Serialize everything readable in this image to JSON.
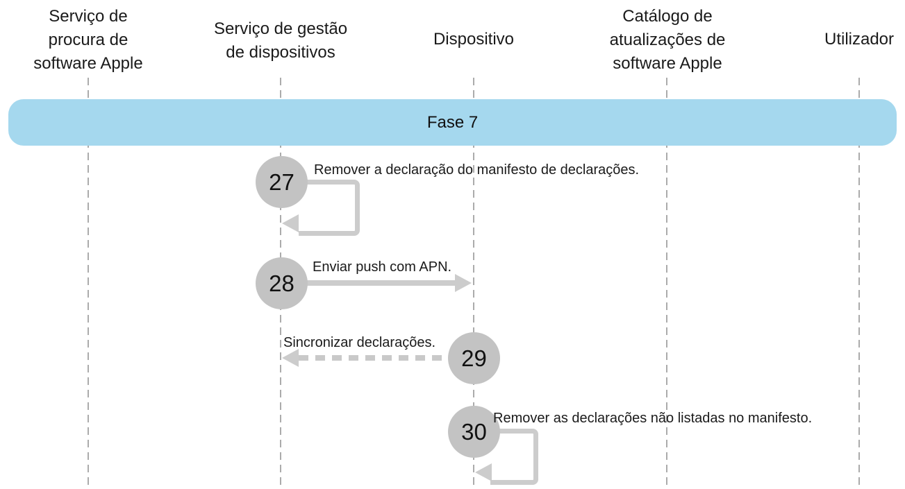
{
  "lifelines": [
    {
      "label": "Serviço de\nprocura de\nsoftware Apple"
    },
    {
      "label": "Serviço de gestão\nde dispositivos"
    },
    {
      "label": "Dispositivo"
    },
    {
      "label": "Catálogo de\natualizações de\nsoftware Apple"
    },
    {
      "label": "Utilizador"
    }
  ],
  "phase_banner": {
    "label": "Fase 7",
    "fill_color": "#a5d8ee"
  },
  "steps": [
    {
      "number": "27",
      "label": "Remover a declaração do manifesto de declarações.",
      "arrow": "self-loop",
      "from": "Serviço de gestão de dispositivos",
      "to": "Serviço de gestão de dispositivos",
      "line_style": "solid"
    },
    {
      "number": "28",
      "label": "Enviar push com APN.",
      "arrow": "message",
      "from": "Serviço de gestão de dispositivos",
      "to": "Dispositivo",
      "line_style": "solid"
    },
    {
      "number": "29",
      "label": "Sincronizar declarações.",
      "arrow": "message",
      "from": "Dispositivo",
      "to": "Serviço de gestão de dispositivos",
      "line_style": "dashed"
    },
    {
      "number": "30",
      "label": "Remover as declarações não listadas no manifesto.",
      "arrow": "self-loop",
      "from": "Dispositivo",
      "to": "Dispositivo",
      "line_style": "solid"
    }
  ],
  "colors": {
    "step_circle_fill": "#c3c3c3",
    "arrow_gray": "#cccccc",
    "lifeline_gray": "#ababab",
    "text": "#1a1a1a"
  }
}
